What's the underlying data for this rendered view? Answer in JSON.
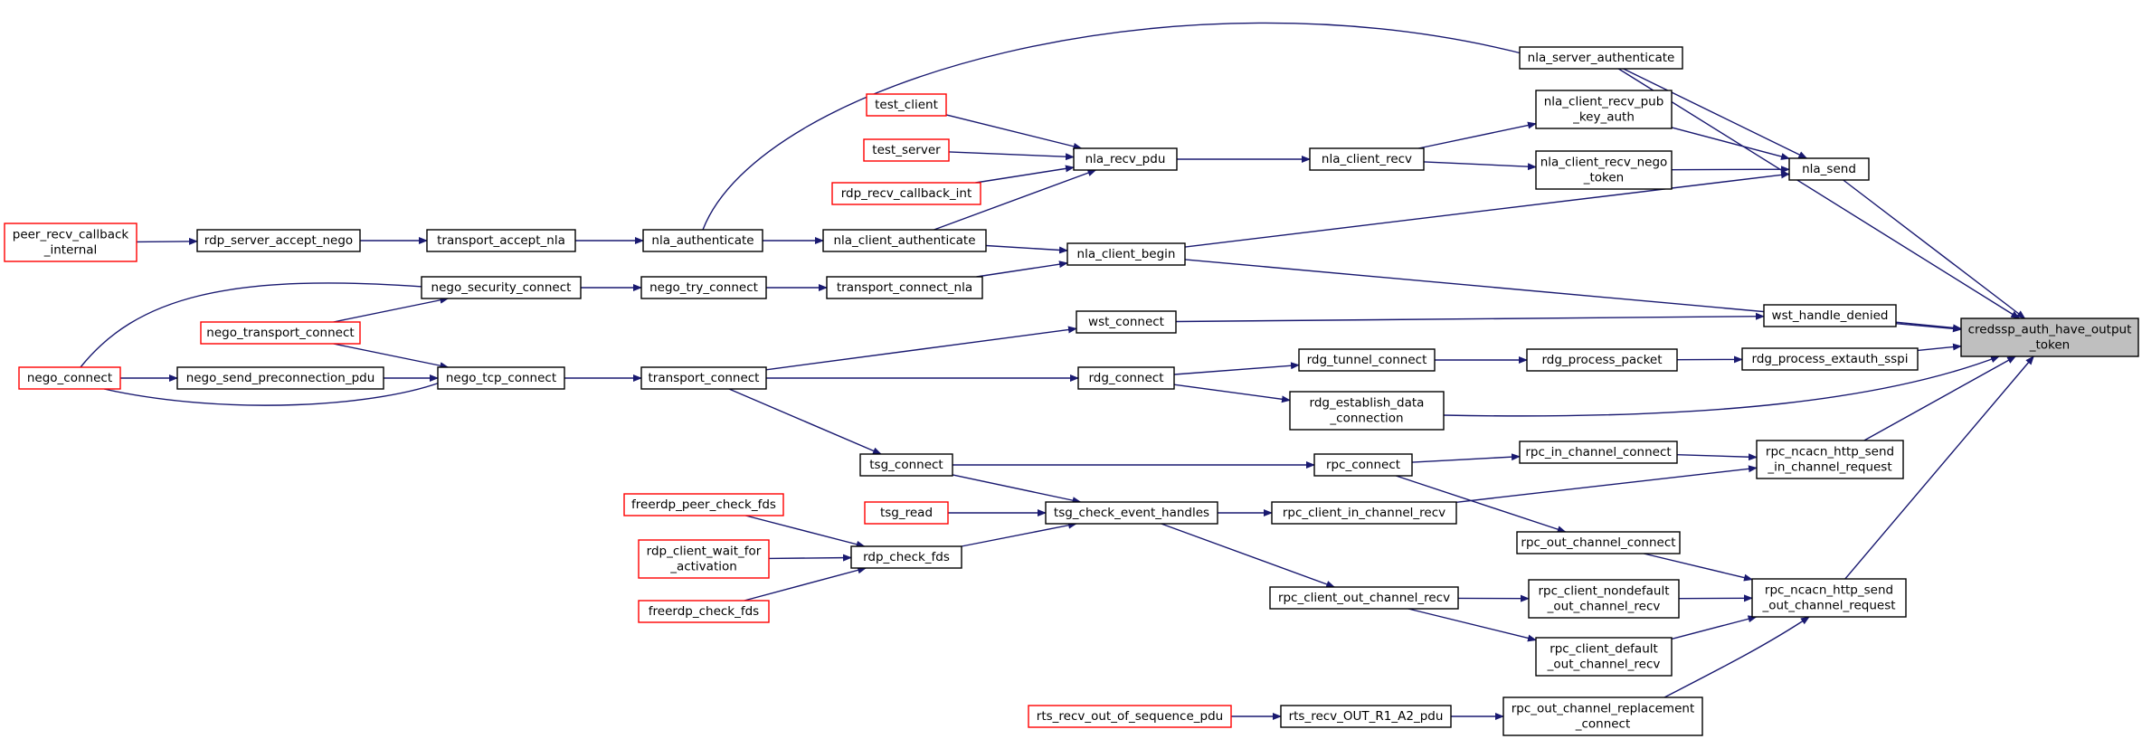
{
  "colors": {
    "edge": "#191970",
    "node_border": "#000000",
    "truncated_node_border": "#ff0000",
    "highlight_fill": "#bfbfbf",
    "background": "#ffffff"
  },
  "nodes": [
    {
      "id": "credssp",
      "lines": [
        "credssp_auth_have_output",
        "_token"
      ],
      "style": "highlight"
    },
    {
      "id": "nla_server_authenticate",
      "lines": [
        "nla_server_authenticate"
      ],
      "style": "normal"
    },
    {
      "id": "nla_client_recv_pub_key_auth",
      "lines": [
        "nla_client_recv_pub",
        "_key_auth"
      ],
      "style": "normal"
    },
    {
      "id": "nla_client_recv_nego_token",
      "lines": [
        "nla_client_recv_nego",
        "_token"
      ],
      "style": "normal"
    },
    {
      "id": "nla_send",
      "lines": [
        "nla_send"
      ],
      "style": "normal"
    },
    {
      "id": "nla_client_recv",
      "lines": [
        "nla_client_recv"
      ],
      "style": "normal"
    },
    {
      "id": "nla_recv_pdu",
      "lines": [
        "nla_recv_pdu"
      ],
      "style": "normal"
    },
    {
      "id": "test_client",
      "lines": [
        "test_client"
      ],
      "style": "truncated"
    },
    {
      "id": "test_server",
      "lines": [
        "test_server"
      ],
      "style": "truncated"
    },
    {
      "id": "rdp_recv_callback_int",
      "lines": [
        "rdp_recv_callback_int"
      ],
      "style": "truncated"
    },
    {
      "id": "nla_client_authenticate",
      "lines": [
        "nla_client_authenticate"
      ],
      "style": "normal"
    },
    {
      "id": "nla_client_begin",
      "lines": [
        "nla_client_begin"
      ],
      "style": "normal"
    },
    {
      "id": "nla_authenticate",
      "lines": [
        "nla_authenticate"
      ],
      "style": "normal"
    },
    {
      "id": "transport_accept_nla",
      "lines": [
        "transport_accept_nla"
      ],
      "style": "normal"
    },
    {
      "id": "rdp_server_accept_nego",
      "lines": [
        "rdp_server_accept_nego"
      ],
      "style": "normal"
    },
    {
      "id": "peer_recv_callback_internal",
      "lines": [
        "peer_recv_callback",
        "_internal"
      ],
      "style": "truncated"
    },
    {
      "id": "transport_connect_nla",
      "lines": [
        "transport_connect_nla"
      ],
      "style": "normal"
    },
    {
      "id": "nego_try_connect",
      "lines": [
        "nego_try_connect"
      ],
      "style": "normal"
    },
    {
      "id": "nego_security_connect",
      "lines": [
        "nego_security_connect"
      ],
      "style": "normal"
    },
    {
      "id": "nego_transport_connect",
      "lines": [
        "nego_transport_connect"
      ],
      "style": "truncated"
    },
    {
      "id": "nego_connect",
      "lines": [
        "nego_connect"
      ],
      "style": "truncated"
    },
    {
      "id": "nego_send_preconnection_pdu",
      "lines": [
        "nego_send_preconnection_pdu"
      ],
      "style": "normal"
    },
    {
      "id": "nego_tcp_connect",
      "lines": [
        "nego_tcp_connect"
      ],
      "style": "normal"
    },
    {
      "id": "transport_connect",
      "lines": [
        "transport_connect"
      ],
      "style": "normal"
    },
    {
      "id": "wst_handle_denied",
      "lines": [
        "wst_handle_denied"
      ],
      "style": "normal"
    },
    {
      "id": "wst_connect",
      "lines": [
        "wst_connect"
      ],
      "style": "normal"
    },
    {
      "id": "rdg_process_extauth_sspi",
      "lines": [
        "rdg_process_extauth_sspi"
      ],
      "style": "normal"
    },
    {
      "id": "rdg_process_packet",
      "lines": [
        "rdg_process_packet"
      ],
      "style": "normal"
    },
    {
      "id": "rdg_tunnel_connect",
      "lines": [
        "rdg_tunnel_connect"
      ],
      "style": "normal"
    },
    {
      "id": "rdg_connect",
      "lines": [
        "rdg_connect"
      ],
      "style": "normal"
    },
    {
      "id": "rdg_establish_data_connection",
      "lines": [
        "rdg_establish_data",
        "_connection"
      ],
      "style": "normal"
    },
    {
      "id": "rpc_ncacn_http_send_in_channel_request",
      "lines": [
        "rpc_ncacn_http_send",
        "_in_channel_request"
      ],
      "style": "normal"
    },
    {
      "id": "rpc_in_channel_connect",
      "lines": [
        "rpc_in_channel_connect"
      ],
      "style": "normal"
    },
    {
      "id": "rpc_connect",
      "lines": [
        "rpc_connect"
      ],
      "style": "normal"
    },
    {
      "id": "tsg_connect",
      "lines": [
        "tsg_connect"
      ],
      "style": "normal"
    },
    {
      "id": "rpc_client_in_channel_recv",
      "lines": [
        "rpc_client_in_channel_recv"
      ],
      "style": "normal"
    },
    {
      "id": "tsg_check_event_handles",
      "lines": [
        "tsg_check_event_handles"
      ],
      "style": "normal"
    },
    {
      "id": "tsg_read",
      "lines": [
        "tsg_read"
      ],
      "style": "truncated"
    },
    {
      "id": "rdp_check_fds",
      "lines": [
        "rdp_check_fds"
      ],
      "style": "normal"
    },
    {
      "id": "freerdp_peer_check_fds",
      "lines": [
        "freerdp_peer_check_fds"
      ],
      "style": "truncated"
    },
    {
      "id": "rdp_client_wait_for_activation",
      "lines": [
        "rdp_client_wait_for",
        "_activation"
      ],
      "style": "truncated"
    },
    {
      "id": "freerdp_check_fds",
      "lines": [
        "freerdp_check_fds"
      ],
      "style": "truncated"
    },
    {
      "id": "rpc_out_channel_connect",
      "lines": [
        "rpc_out_channel_connect"
      ],
      "style": "normal"
    },
    {
      "id": "rpc_ncacn_http_send_out_channel_request",
      "lines": [
        "rpc_ncacn_http_send",
        "_out_channel_request"
      ],
      "style": "normal"
    },
    {
      "id": "rpc_client_nondefault_out_channel_recv",
      "lines": [
        "rpc_client_nondefault",
        "_out_channel_recv"
      ],
      "style": "normal"
    },
    {
      "id": "rpc_client_out_channel_recv",
      "lines": [
        "rpc_client_out_channel_recv"
      ],
      "style": "normal"
    },
    {
      "id": "rpc_client_default_out_channel_recv",
      "lines": [
        "rpc_client_default",
        "_out_channel_recv"
      ],
      "style": "normal"
    },
    {
      "id": "rpc_out_channel_replacement_connect",
      "lines": [
        "rpc_out_channel_replacement",
        "_connect"
      ],
      "style": "normal"
    },
    {
      "id": "rts_recv_OUT_R1_A2_pdu",
      "lines": [
        "rts_recv_OUT_R1_A2_pdu"
      ],
      "style": "normal"
    },
    {
      "id": "rts_recv_out_of_sequence_pdu",
      "lines": [
        "rts_recv_out_of_sequence_pdu"
      ],
      "style": "truncated"
    }
  ],
  "edges": [
    [
      "nla_server_authenticate",
      "credssp"
    ],
    [
      "nla_send",
      "credssp"
    ],
    [
      "nla_client_begin",
      "credssp"
    ],
    [
      "wst_handle_denied",
      "credssp"
    ],
    [
      "rdg_process_extauth_sspi",
      "credssp"
    ],
    [
      "rdg_establish_data_connection",
      "credssp"
    ],
    [
      "rpc_ncacn_http_send_in_channel_request",
      "credssp"
    ],
    [
      "rpc_ncacn_http_send_out_channel_request",
      "credssp"
    ],
    [
      "nla_authenticate",
      "nla_server_authenticate"
    ],
    [
      "nla_server_authenticate",
      "nla_send"
    ],
    [
      "nla_client_recv_pub_key_auth",
      "nla_send"
    ],
    [
      "nla_client_recv_nego_token",
      "nla_send"
    ],
    [
      "nla_client_begin",
      "nla_send"
    ],
    [
      "nla_client_recv",
      "nla_client_recv_pub_key_auth"
    ],
    [
      "nla_client_recv",
      "nla_client_recv_nego_token"
    ],
    [
      "nla_recv_pdu",
      "nla_client_recv"
    ],
    [
      "test_client",
      "nla_recv_pdu"
    ],
    [
      "test_server",
      "nla_recv_pdu"
    ],
    [
      "rdp_recv_callback_int",
      "nla_recv_pdu"
    ],
    [
      "nla_client_authenticate",
      "nla_recv_pdu"
    ],
    [
      "nla_client_authenticate",
      "nla_client_begin"
    ],
    [
      "transport_connect_nla",
      "nla_client_begin"
    ],
    [
      "nla_authenticate",
      "nla_client_authenticate"
    ],
    [
      "transport_accept_nla",
      "nla_authenticate"
    ],
    [
      "rdp_server_accept_nego",
      "transport_accept_nla"
    ],
    [
      "peer_recv_callback_internal",
      "rdp_server_accept_nego"
    ],
    [
      "nego_try_connect",
      "transport_connect_nla"
    ],
    [
      "nego_security_connect",
      "nego_try_connect"
    ],
    [
      "nego_transport_connect",
      "nego_security_connect"
    ],
    [
      "nego_connect",
      "nego_security_connect"
    ],
    [
      "nego_transport_connect",
      "nego_tcp_connect"
    ],
    [
      "nego_connect",
      "nego_send_preconnection_pdu"
    ],
    [
      "nego_send_preconnection_pdu",
      "nego_tcp_connect"
    ],
    [
      "nego_connect",
      "nego_tcp_connect"
    ],
    [
      "nego_tcp_connect",
      "transport_connect"
    ],
    [
      "transport_connect",
      "wst_connect"
    ],
    [
      "transport_connect",
      "rdg_connect"
    ],
    [
      "transport_connect",
      "tsg_connect"
    ],
    [
      "wst_connect",
      "wst_handle_denied"
    ],
    [
      "rdg_process_packet",
      "rdg_process_extauth_sspi"
    ],
    [
      "rdg_tunnel_connect",
      "rdg_process_packet"
    ],
    [
      "rdg_connect",
      "rdg_tunnel_connect"
    ],
    [
      "rdg_connect",
      "rdg_establish_data_connection"
    ],
    [
      "rpc_in_channel_connect",
      "rpc_ncacn_http_send_in_channel_request"
    ],
    [
      "rpc_client_in_channel_recv",
      "rpc_ncacn_http_send_in_channel_request"
    ],
    [
      "rpc_connect",
      "rpc_in_channel_connect"
    ],
    [
      "rpc_connect",
      "rpc_out_channel_connect"
    ],
    [
      "tsg_connect",
      "rpc_connect"
    ],
    [
      "tsg_connect",
      "tsg_check_event_handles"
    ],
    [
      "tsg_read",
      "tsg_check_event_handles"
    ],
    [
      "rdp_check_fds",
      "tsg_check_event_handles"
    ],
    [
      "tsg_check_event_handles",
      "rpc_client_in_channel_recv"
    ],
    [
      "tsg_check_event_handles",
      "rpc_client_out_channel_recv"
    ],
    [
      "freerdp_peer_check_fds",
      "rdp_check_fds"
    ],
    [
      "rdp_client_wait_for_activation",
      "rdp_check_fds"
    ],
    [
      "freerdp_check_fds",
      "rdp_check_fds"
    ],
    [
      "rpc_out_channel_connect",
      "rpc_ncacn_http_send_out_channel_request"
    ],
    [
      "rpc_client_nondefault_out_channel_recv",
      "rpc_ncacn_http_send_out_channel_request"
    ],
    [
      "rpc_client_default_out_channel_recv",
      "rpc_ncacn_http_send_out_channel_request"
    ],
    [
      "rpc_out_channel_replacement_connect",
      "rpc_ncacn_http_send_out_channel_request"
    ],
    [
      "rpc_client_out_channel_recv",
      "rpc_client_nondefault_out_channel_recv"
    ],
    [
      "rpc_client_out_channel_recv",
      "rpc_client_default_out_channel_recv"
    ],
    [
      "rts_recv_OUT_R1_A2_pdu",
      "rpc_out_channel_replacement_connect"
    ],
    [
      "rts_recv_out_of_sequence_pdu",
      "rts_recv_OUT_R1_A2_pdu"
    ]
  ]
}
